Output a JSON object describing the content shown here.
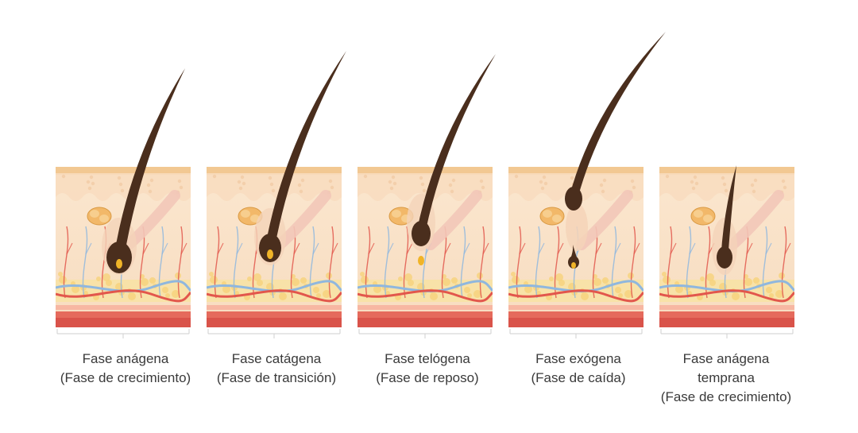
{
  "panels": [
    {
      "id": "anagen",
      "lines": [
        "Fase anágena",
        "(Fase de crecimiento)"
      ]
    },
    {
      "id": "catagen",
      "lines": [
        "Fase catágena",
        "(Fase de transición)"
      ]
    },
    {
      "id": "telogen",
      "lines": [
        "Fase telógena",
        "(Fase de reposo)"
      ]
    },
    {
      "id": "exogen",
      "lines": [
        "Fase exógena",
        "(Fase de caída)"
      ]
    },
    {
      "id": "early-anagen",
      "lines": [
        "Fase anágena",
        "temprana",
        "(Fase de crecimiento)"
      ]
    }
  ],
  "colors": {
    "hair": "#4a2e1d",
    "skin_top": "#f6dcb8",
    "skin_mid": "#f9e4cc",
    "fat": "#f6d27a",
    "artery": "#e2574c",
    "vein": "#8fb7de",
    "muscle": "#e56a5c",
    "gland": "#f2b869",
    "papilla": "#f0b428"
  },
  "icons": [
    "hair-follicle-icon",
    "sebaceous-gland-icon",
    "blood-vessel-icon"
  ]
}
